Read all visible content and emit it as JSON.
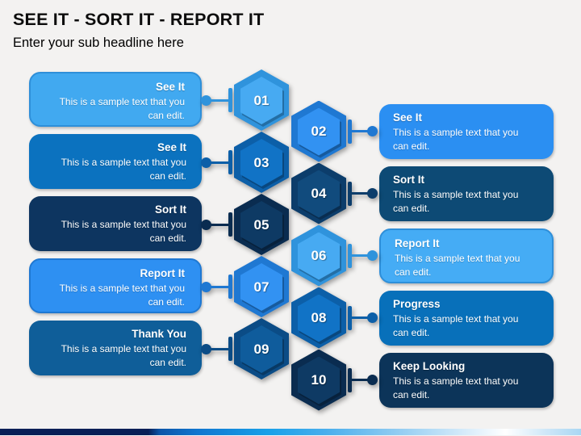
{
  "slide": {
    "title": "SEE IT - SORT IT - REPORT IT",
    "subtitle": "Enter your sub headline here"
  },
  "left_boxes": [
    {
      "title": "See It",
      "body": "This is a sample text that you can edit."
    },
    {
      "title": "See It",
      "body": "This is a sample text that you can edit."
    },
    {
      "title": "Sort It",
      "body": "This is a sample text that you can edit."
    },
    {
      "title": "Report It",
      "body": "This is a sample text that you can edit."
    },
    {
      "title": "Thank You",
      "body": "This is a sample text that you can edit."
    }
  ],
  "right_boxes": [
    {
      "title": "See It",
      "body": "This is a sample text that you can edit."
    },
    {
      "title": "Sort It",
      "body": "This is a sample text that you can edit."
    },
    {
      "title": "Report It",
      "body": "This is a sample text that you can edit."
    },
    {
      "title": "Progress",
      "body": "This is a sample text that you can edit."
    },
    {
      "title": "Keep Looking",
      "body": "This is a sample text that you can edit."
    }
  ],
  "hexagons": [
    {
      "number": "01"
    },
    {
      "number": "02"
    },
    {
      "number": "03"
    },
    {
      "number": "04"
    },
    {
      "number": "05"
    },
    {
      "number": "06"
    },
    {
      "number": "07"
    },
    {
      "number": "08"
    },
    {
      "number": "09"
    },
    {
      "number": "10"
    }
  ],
  "colors": {
    "palette_light": {
      "outer": "#2f93dc",
      "inner": "#47aaf2"
    },
    "palette_bright": {
      "outer": "#1f78d2",
      "inner": "#3292f2"
    },
    "palette_mid": {
      "outer": "#0c5fa8",
      "inner": "#1173c6"
    },
    "palette_steel": {
      "outer": "#0c3d6b",
      "inner": "#114b7d"
    },
    "palette_middark": {
      "outer": "#0b4c86",
      "inner": "#0f5c9c"
    },
    "palette_navy": {
      "outer": "#0a2c50",
      "inner": "#0e3a64"
    },
    "left_box_fills": [
      "#41a9f0",
      "#0b72bf",
      "#0d3560",
      "#2e90f2",
      "#0f5e99"
    ],
    "right_box_fills": [
      "#2b8ff2",
      "#0d4a75",
      "#45acf5",
      "#0870ba",
      "#0c3459"
    ],
    "footer_gradient": [
      "#071f56",
      "#0c55a8",
      "#18a0e8",
      "#8fcbf1",
      "#ffffff",
      "#a9d7f3"
    ],
    "text": "#ffffff",
    "title_text": "#0d0d0d"
  }
}
